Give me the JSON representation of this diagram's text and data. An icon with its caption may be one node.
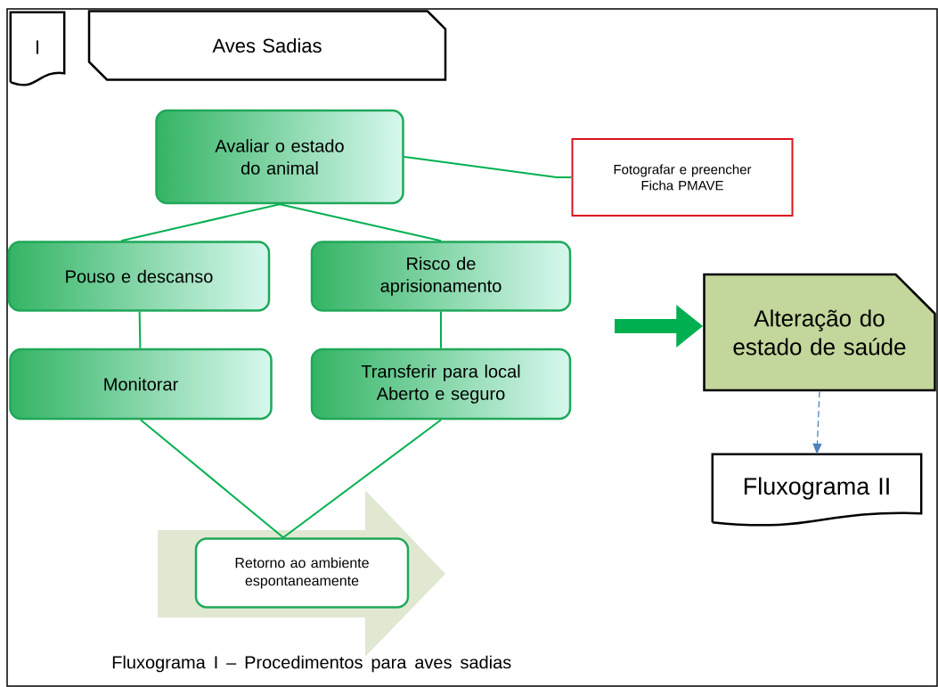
{
  "diagram": {
    "caption": "Fluxograma I – Procedimentos para aves sadias",
    "nodes": [
      {
        "text": [
          "I"
        ]
      },
      {
        "text": [
          "Aves Sadias"
        ]
      },
      {
        "text": [
          "Avaliar o estado do animal"
        ]
      },
      {
        "text": [
          "Fotografar e preencher Ficha PMAVE"
        ]
      },
      {
        "text": [
          "Pouso e descanso"
        ]
      },
      {
        "text": [
          "Risco de aprisionamento"
        ]
      },
      {
        "text": [
          "Monitorar"
        ]
      },
      {
        "text": [
          "Transferir para local Aberto e seguro"
        ]
      },
      {
        "text": [
          "Retorno ao ambiente espontaneamente"
        ]
      },
      {
        "text": [
          "Alteração do estado de saúde"
        ]
      },
      {
        "text": [
          "Fluxograma II"
        ]
      }
    ],
    "edges": [
      {
        "from": 2,
        "to": 3,
        "arrow": "none"
      },
      {
        "from": 2,
        "to": 4,
        "arrow": "none"
      },
      {
        "from": 2,
        "to": 5,
        "arrow": "none"
      },
      {
        "from": 4,
        "to": 6,
        "arrow": "none"
      },
      {
        "from": 5,
        "to": 7,
        "arrow": "none"
      },
      {
        "from": 6,
        "to": 8,
        "arrow": "none"
      },
      {
        "from": 7,
        "to": 8,
        "arrow": "none"
      },
      {
        "from": null,
        "to": 9,
        "arrow": "to",
        "style": "thick"
      },
      {
        "from": 9,
        "to": 10,
        "arrow": "to",
        "style": "dashed",
        "color": "#4f81bd"
      }
    ]
  }
}
